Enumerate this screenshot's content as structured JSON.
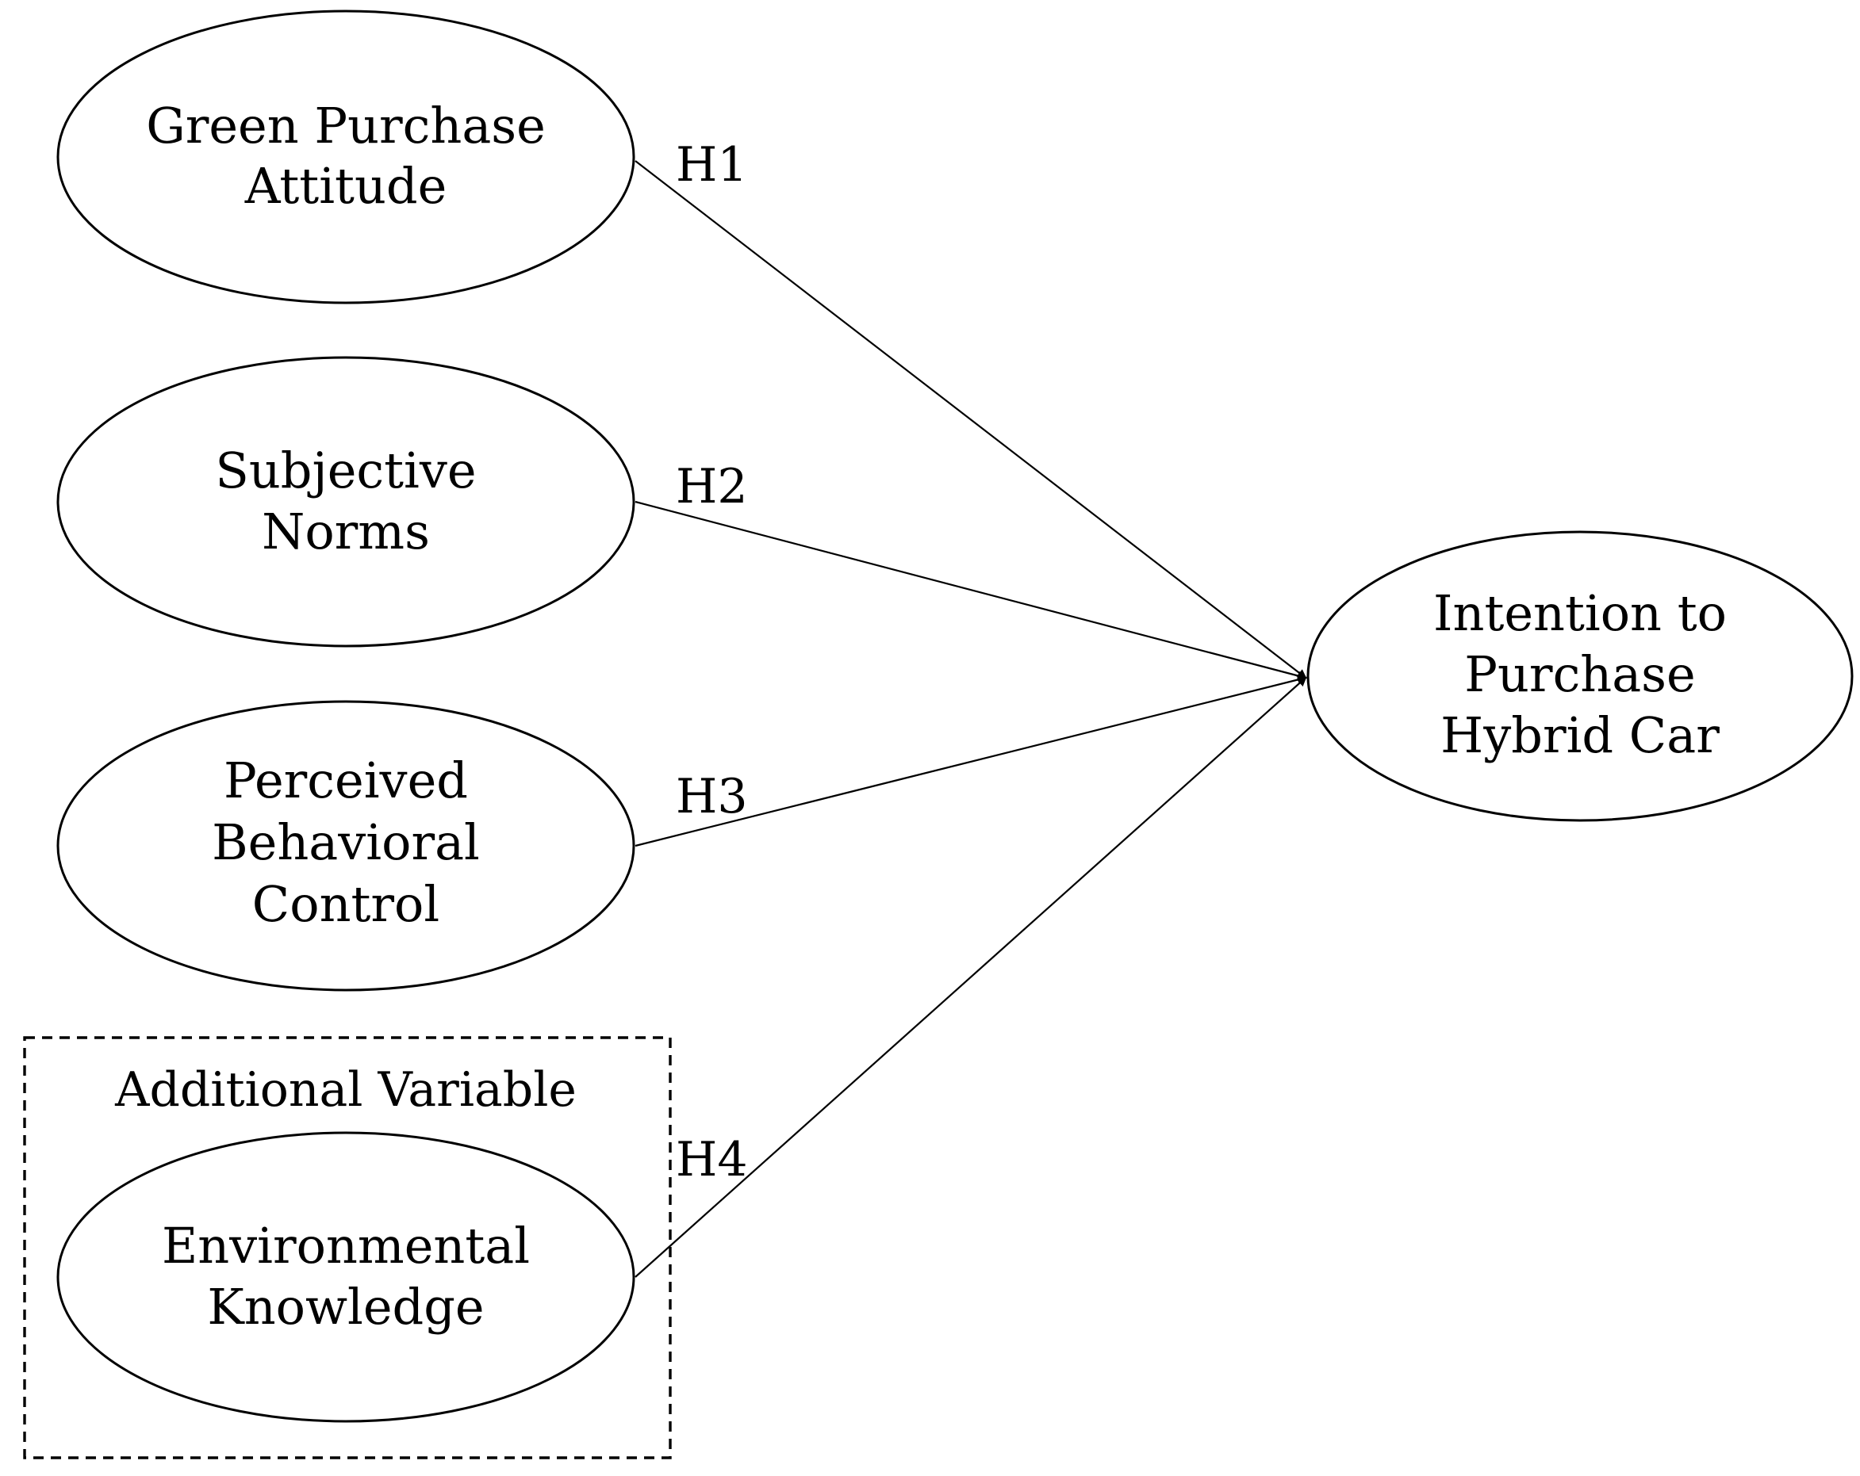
{
  "diagram": {
    "nodes": {
      "green_purchase_attitude": {
        "lines": [
          "Green Purchase",
          "Attitude"
        ]
      },
      "subjective_norms": {
        "lines": [
          "Subjective",
          "Norms"
        ]
      },
      "perceived_behavioral_control": {
        "lines": [
          "Perceived",
          "Behavioral",
          "Control"
        ]
      },
      "environmental_knowledge": {
        "lines": [
          "Environmental",
          "Knowledge"
        ]
      },
      "intention_to_purchase": {
        "lines": [
          "Intention to",
          "Purchase",
          "Hybrid Car"
        ]
      }
    },
    "group": {
      "label": "Additional Variable"
    },
    "edges": [
      {
        "from": "green_purchase_attitude",
        "to": "intention_to_purchase",
        "label": "H1"
      },
      {
        "from": "subjective_norms",
        "to": "intention_to_purchase",
        "label": "H2"
      },
      {
        "from": "perceived_behavioral_control",
        "to": "intention_to_purchase",
        "label": "H3"
      },
      {
        "from": "environmental_knowledge",
        "to": "intention_to_purchase",
        "label": "H4"
      }
    ]
  }
}
